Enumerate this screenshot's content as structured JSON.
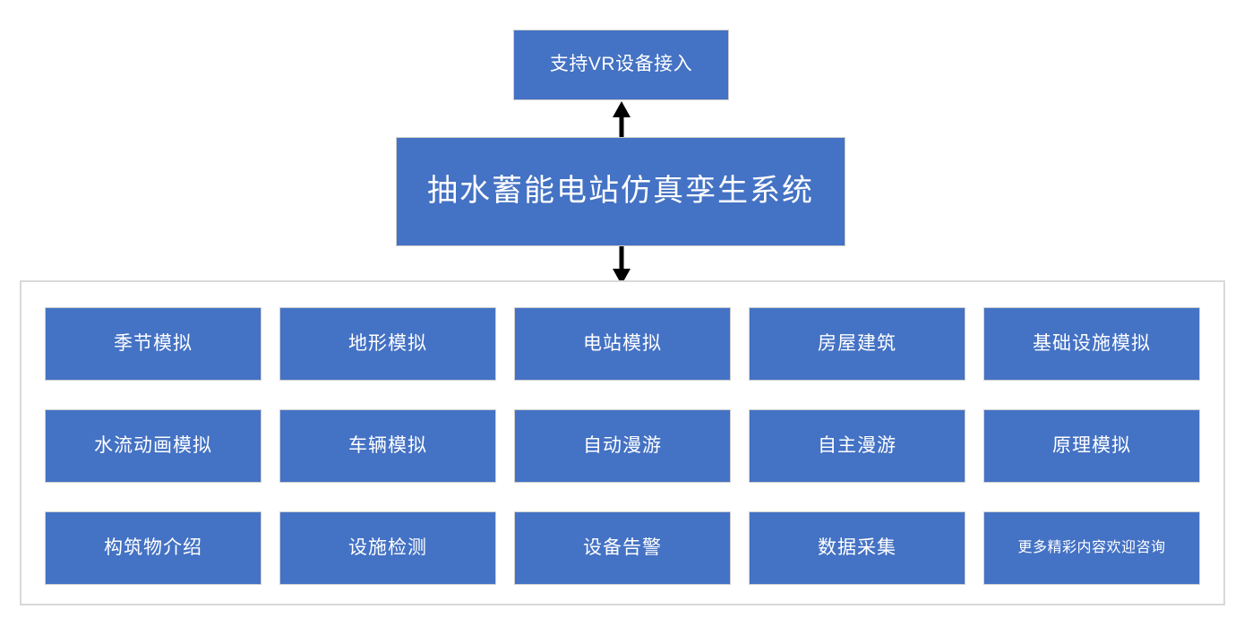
{
  "diagram": {
    "vr_node": {
      "label": "支持VR设备接入"
    },
    "system_node": {
      "label": "抽水蓄能电站仿真孪生系统"
    },
    "arrows": [
      {
        "name": "arrow-up",
        "direction": "up",
        "from": "抽水蓄能电站仿真孪生系统",
        "to": "支持VR设备接入"
      },
      {
        "name": "arrow-down",
        "direction": "down",
        "from": "抽水蓄能电站仿真孪生系统",
        "to": "功能模块分组"
      }
    ],
    "features": [
      {
        "label": "季节模拟",
        "size": "normal"
      },
      {
        "label": "地形模拟",
        "size": "normal"
      },
      {
        "label": "电站模拟",
        "size": "normal"
      },
      {
        "label": "房屋建筑",
        "size": "normal"
      },
      {
        "label": "基础设施模拟",
        "size": "normal"
      },
      {
        "label": "水流动画模拟",
        "size": "normal"
      },
      {
        "label": "车辆模拟",
        "size": "normal"
      },
      {
        "label": "自动漫游",
        "size": "normal"
      },
      {
        "label": "自主漫游",
        "size": "normal"
      },
      {
        "label": "原理模拟",
        "size": "normal"
      },
      {
        "label": "构筑物介绍",
        "size": "normal"
      },
      {
        "label": "设施检测",
        "size": "normal"
      },
      {
        "label": "设备告警",
        "size": "normal"
      },
      {
        "label": "数据采集",
        "size": "normal"
      },
      {
        "label": "更多精彩内容欢迎咨询",
        "size": "small"
      }
    ],
    "colors": {
      "node_fill": "#4472C4",
      "node_border": "#d0cece",
      "container_border": "#d9d9d9",
      "node_text": "#ffffff",
      "arrow": "#000000",
      "background": "#ffffff"
    }
  }
}
